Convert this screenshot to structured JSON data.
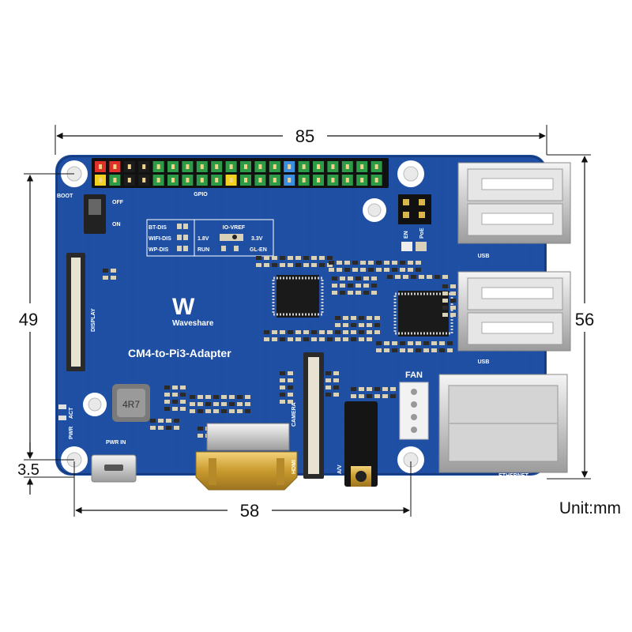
{
  "board": {
    "brand": "Waveshare",
    "name": "CM4-to-Pi3-Adapter",
    "colors": {
      "pcb": "#1f4fa3",
      "pcb_dark": "#183f86",
      "pad": "#d9d2b8",
      "white": "#ffffff"
    },
    "labels": {
      "gpio": "GPIO",
      "boot": "BOOT",
      "off": "OFF",
      "on": "ON",
      "display": "DISPLAY",
      "camera": "CAMERA",
      "hdmi": "HDMI",
      "av": "A/V",
      "fan": "FAN",
      "usb_top": "USB",
      "usb_bottom": "USB",
      "ethernet": "ETHERNET",
      "pwr_in": "PWR IN",
      "pwr": "PWR",
      "act": "ACT",
      "poe": "PoE",
      "en": "EN",
      "bt_dis": "BT-DIS",
      "wifi_dis": "WIFI-DIS",
      "wp_dis": "WP-DIS",
      "io_vref": "IO-VREF",
      "v18": "1.8V",
      "v33": "3.3V",
      "run": "RUN",
      "gl_en": "GL-EN",
      "inductor": "4R7"
    }
  },
  "dimensions": {
    "width_total": "85",
    "height_total": "56",
    "height_holes": "49",
    "width_holes": "58",
    "hole_offset": "3.5",
    "unit": "Unit:mm"
  }
}
